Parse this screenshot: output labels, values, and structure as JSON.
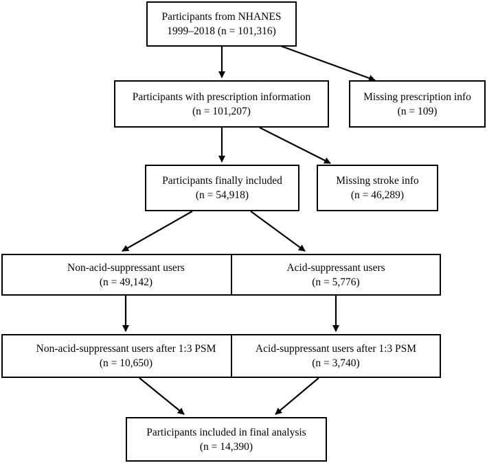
{
  "boxes": {
    "nhanes": {
      "line1": "Participants from NHANES",
      "line2": "1999–2018 (n = 101,316)"
    },
    "prescription": {
      "line1": "Participants with prescription information",
      "line2": "(n = 101,207)"
    },
    "missing_rx": {
      "line1": "Missing prescription info",
      "line2": "(n = 109)"
    },
    "included": {
      "line1": "Participants finally included",
      "line2": "(n = 54,918)"
    },
    "missing_stroke": {
      "line1": "Missing stroke info",
      "line2": "(n = 46,289)"
    },
    "non_acid": {
      "line1": "Non-acid-suppressant users",
      "line2": "(n = 49,142)"
    },
    "acid": {
      "line1": "Acid-suppressant users",
      "line2": "(n = 5,776)"
    },
    "non_acid_psm": {
      "line1": "Non-acid-suppressant users after 1:3 PSM",
      "line2": "(n = 10,650)"
    },
    "acid_psm": {
      "line1": "Acid-suppressant users after 1:3 PSM",
      "line2": "(n = 3,740)"
    },
    "final": {
      "line1": "Participants included in final analysis",
      "line2": "(n = 14,390)"
    }
  }
}
